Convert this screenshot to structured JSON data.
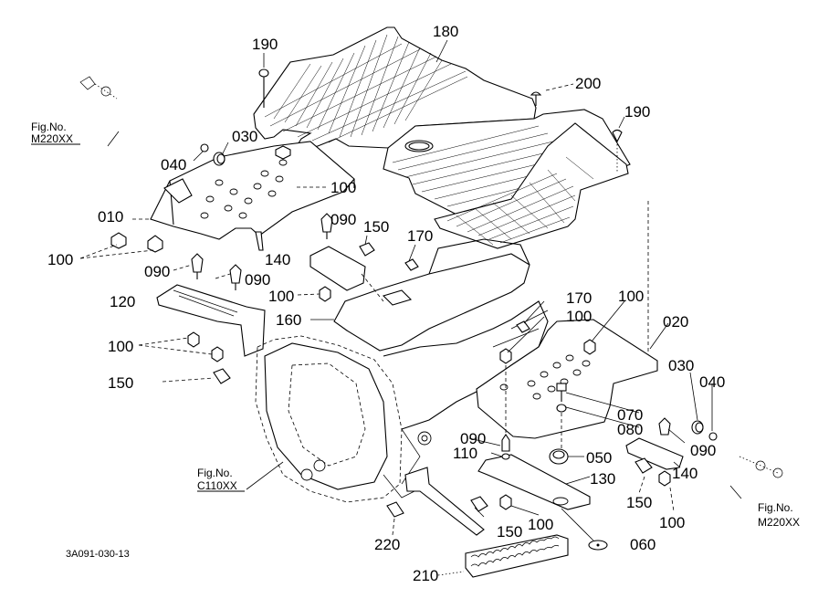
{
  "diagram": {
    "type": "exploded-parts-diagram",
    "drawing_code": "3A091-030-13",
    "figure_references": [
      {
        "id": "fig-ref-top-left",
        "prefix": "Fig.No.",
        "number": "M220XX"
      },
      {
        "id": "fig-ref-center",
        "prefix": "Fig.No.",
        "number": "C110XX"
      },
      {
        "id": "fig-ref-bottom-right",
        "prefix": "Fig.No.",
        "number": "M220XX"
      }
    ],
    "part_labels": [
      {
        "key": "p190a",
        "text": "190"
      },
      {
        "key": "p180",
        "text": "180"
      },
      {
        "key": "p200",
        "text": "200"
      },
      {
        "key": "p190b",
        "text": "190"
      },
      {
        "key": "p030a",
        "text": "030"
      },
      {
        "key": "p040a",
        "text": "040"
      },
      {
        "key": "p100a",
        "text": "100"
      },
      {
        "key": "p010",
        "text": "010"
      },
      {
        "key": "p090a",
        "text": "090"
      },
      {
        "key": "p150a",
        "text": "150"
      },
      {
        "key": "p100b",
        "text": "100"
      },
      {
        "key": "p140a",
        "text": "140"
      },
      {
        "key": "p090b",
        "text": "090"
      },
      {
        "key": "p090c",
        "text": "090"
      },
      {
        "key": "p170a",
        "text": "170"
      },
      {
        "key": "p100c",
        "text": "100"
      },
      {
        "key": "p120",
        "text": "120"
      },
      {
        "key": "p160",
        "text": "160"
      },
      {
        "key": "p170b",
        "text": "170"
      },
      {
        "key": "p100d",
        "text": "100"
      },
      {
        "key": "p100e",
        "text": "100"
      },
      {
        "key": "p020",
        "text": "020"
      },
      {
        "key": "p100f",
        "text": "100"
      },
      {
        "key": "p150b",
        "text": "150"
      },
      {
        "key": "p030b",
        "text": "030"
      },
      {
        "key": "p040b",
        "text": "040"
      },
      {
        "key": "p070",
        "text": "070"
      },
      {
        "key": "p080",
        "text": "080"
      },
      {
        "key": "p090d",
        "text": "090"
      },
      {
        "key": "p090e",
        "text": "090"
      },
      {
        "key": "p110",
        "text": "110"
      },
      {
        "key": "p050",
        "text": "050"
      },
      {
        "key": "p140b",
        "text": "140"
      },
      {
        "key": "p130",
        "text": "130"
      },
      {
        "key": "p150c",
        "text": "150"
      },
      {
        "key": "p150d",
        "text": "150"
      },
      {
        "key": "p100g",
        "text": "100"
      },
      {
        "key": "p100h",
        "text": "100"
      },
      {
        "key": "p220",
        "text": "220"
      },
      {
        "key": "p060",
        "text": "060"
      },
      {
        "key": "p210",
        "text": "210"
      }
    ]
  }
}
